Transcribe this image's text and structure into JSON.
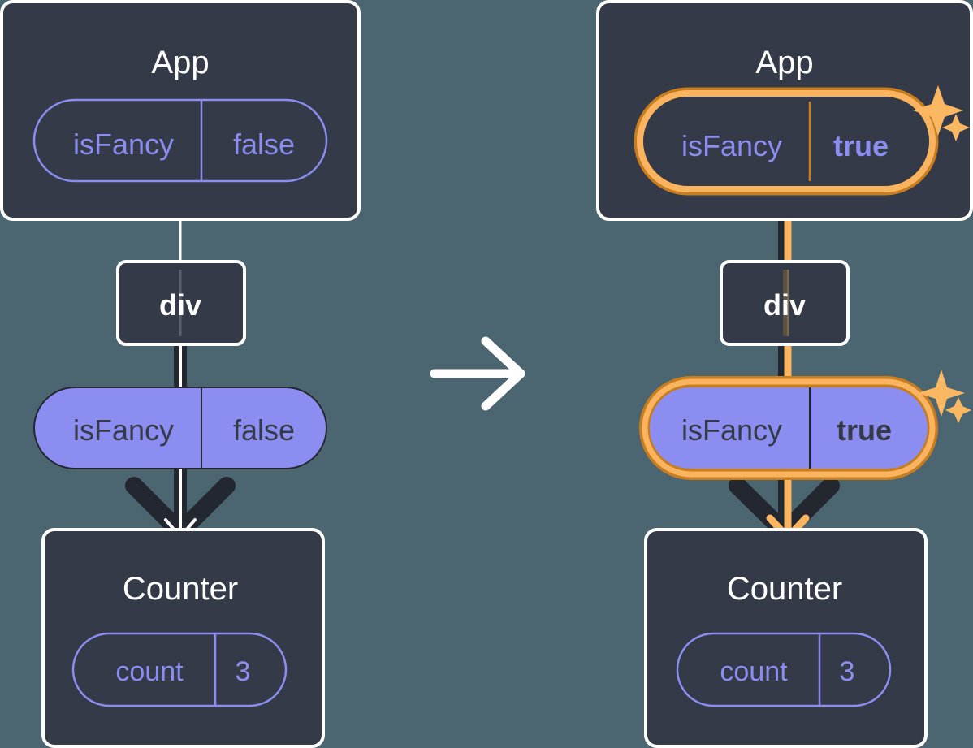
{
  "diagram": {
    "title": "React state update propagation — isFancy false to true",
    "background_color": "#4c6671",
    "palette": {
      "box_fill": "#343a47",
      "box_border": "#ffffff",
      "pill_purple": "#8b8df0",
      "pill_outline": "#8b8df0",
      "text_white": "#ffffff",
      "text_purple": "#8b8df0",
      "text_dark": "#343a47",
      "edge_dark": "#23272f",
      "highlight_outer": "#c87d1e",
      "highlight_inner": "#fab45f",
      "sparkle": "#fbb863"
    },
    "transition_arrow": {
      "icon": "arrow-right-icon",
      "color": "#ffffff"
    },
    "panels": [
      {
        "id": "before",
        "side": "left",
        "highlighted": false,
        "app_box": {
          "title": "App",
          "pill": {
            "key": "isFancy",
            "value": "false",
            "style": "outline",
            "highlighted": false,
            "bold_value": false
          }
        },
        "div_box": {
          "title": "div"
        },
        "prop_pill": {
          "key": "isFancy",
          "value": "false",
          "style": "filled",
          "highlighted": false,
          "bold_value": false
        },
        "counter_box": {
          "title": "Counter",
          "pill": {
            "key": "count",
            "value": "3",
            "style": "outline",
            "highlighted": false,
            "bold_value": false
          }
        },
        "sparkles": []
      },
      {
        "id": "after",
        "side": "right",
        "highlighted": true,
        "app_box": {
          "title": "App",
          "pill": {
            "key": "isFancy",
            "value": "true",
            "style": "outline",
            "highlighted": true,
            "bold_value": true
          }
        },
        "div_box": {
          "title": "div"
        },
        "prop_pill": {
          "key": "isFancy",
          "value": "true",
          "style": "filled",
          "highlighted": true,
          "bold_value": true
        },
        "counter_box": {
          "title": "Counter",
          "pill": {
            "key": "count",
            "value": "3",
            "style": "outline",
            "highlighted": false,
            "bold_value": false
          }
        },
        "sparkles": [
          "sparkle-app",
          "sparkle-prop"
        ]
      }
    ]
  }
}
